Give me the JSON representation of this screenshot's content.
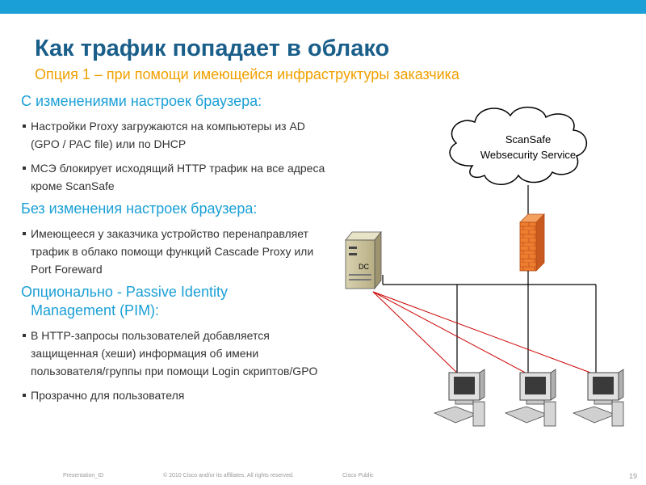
{
  "slide": {
    "title": "Как трафик попадает в облако",
    "subtitle": "Опция 1 – при помощи имеющейся инфраструктуры заказчика",
    "sections": [
      {
        "heading": "С изменениями настроек браузера:",
        "bullets": [
          "Настройки Proxy загружаются на компьютеры из AD (GPO / PAC file) или по DHCP",
          "МСЭ блокирует исходящий HTTP трафик на все адреса кроме ScanSafe"
        ]
      },
      {
        "heading": "Без изменения настроек браузера:",
        "bullets": [
          "Имеющееся у заказчика устройство перенаправляет трафик в облако помощи функций Cascade Proxy или Port Foreward"
        ]
      },
      {
        "heading_line1": "Опционально - Passive Identity",
        "heading_line2": "Management (PIM):",
        "bullets": [
          "В HTTP-запросы пользователей добавляется защищенная (хеши) информация об имени пользователя/группы при помощи Login скриптов/GPO",
          "Прозрачно для пользователя"
        ]
      }
    ]
  },
  "diagram": {
    "cloud_line1": "ScanSafe",
    "cloud_line2": "Websecurity Service",
    "server_label": "DC"
  },
  "footer": {
    "left": "Presentation_ID",
    "center": "© 2010 Cisco and/or its affiliates. All rights reserved.",
    "right": "Cisco Public",
    "page_number": "19"
  },
  "colors": {
    "accent_bar": "#1a9fd6",
    "title": "#1a5e8a",
    "subtitle": "#f0a000",
    "heading": "#1a9fd6",
    "firewall": "#e8702a",
    "redirect_line": "#cc0000"
  }
}
